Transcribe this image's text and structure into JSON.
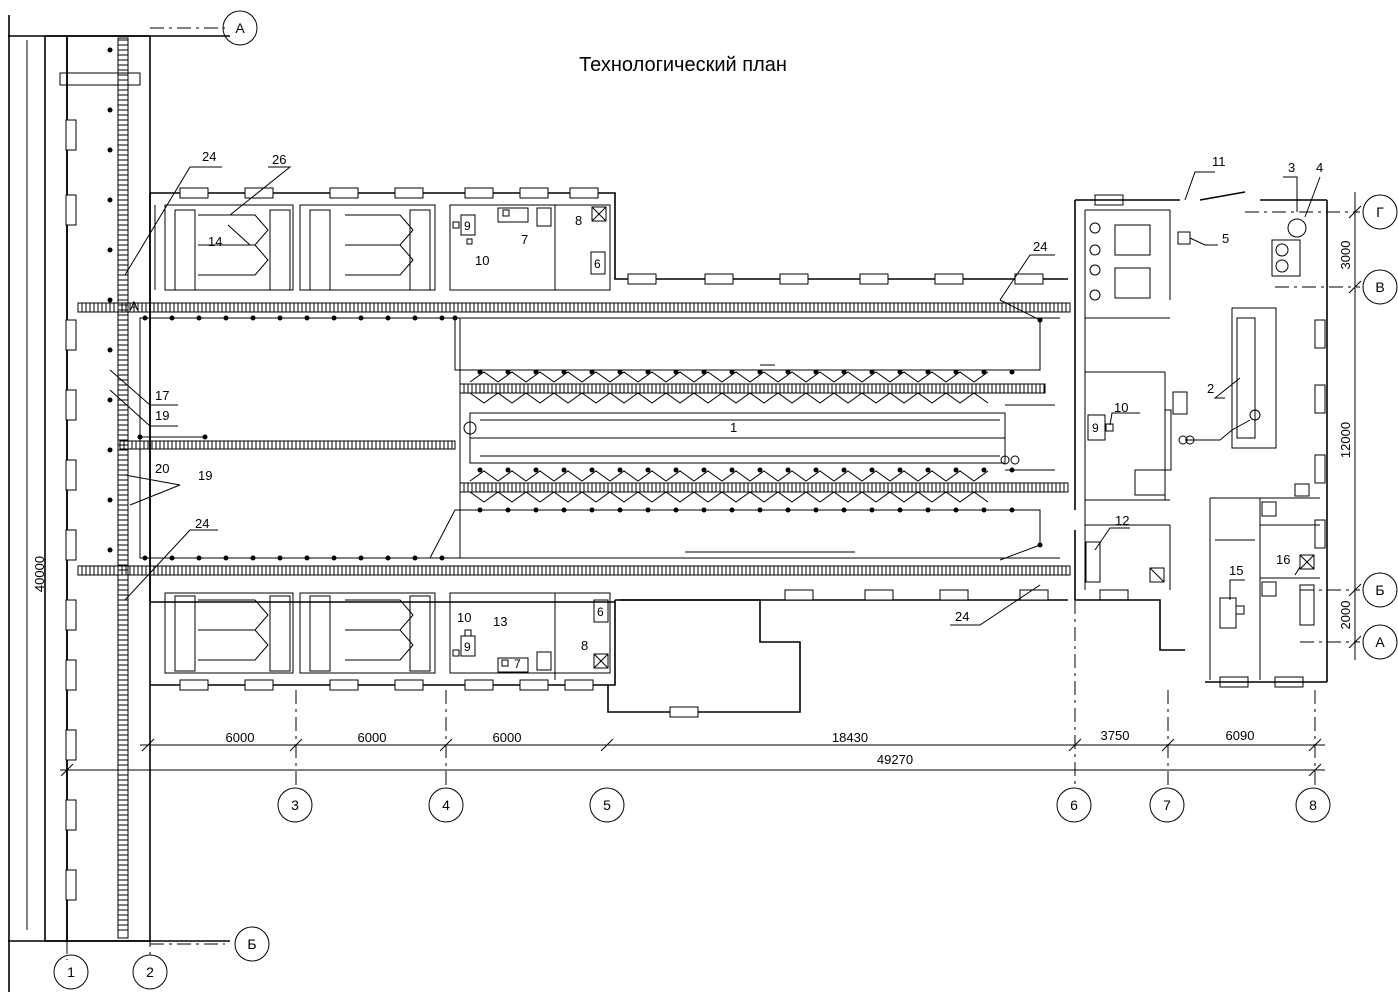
{
  "title": "Технологический план",
  "axes_letters": {
    "top_left": "А",
    "bottom_left": "Б",
    "right": [
      "Г",
      "В",
      "Б",
      "А"
    ]
  },
  "axes_numbers": [
    "1",
    "2",
    "3",
    "4",
    "5",
    "6",
    "7",
    "8"
  ],
  "dimensions": {
    "spans": [
      "6000",
      "6000",
      "6000",
      "18430",
      "3750",
      "6090"
    ],
    "total": "49270",
    "left_height": "40000",
    "right": [
      "3000",
      "12000",
      "2000"
    ]
  },
  "callouts": {
    "c1": "1",
    "c2": "2",
    "c3": "3",
    "c4": "4",
    "c5": "5",
    "c10a": "10",
    "c10b": "10",
    "c10c": "10",
    "c7": "7",
    "c8a": "8",
    "c8b": "8",
    "c11": "11",
    "c12": "12",
    "c13": "13",
    "c14": "14",
    "c15": "15",
    "c16": "16",
    "c17": "17",
    "c19a": "19",
    "c19b": "19",
    "c20": "20",
    "c24a": "24",
    "c24b": "24",
    "c24c": "24",
    "c24d": "24",
    "c26": "26"
  },
  "equipment_marks": {
    "m9a": "9",
    "m9b": "9",
    "m9c": "9",
    "m6a": "6",
    "m6b": "6",
    "m7": "7",
    "marker_a": "А"
  }
}
